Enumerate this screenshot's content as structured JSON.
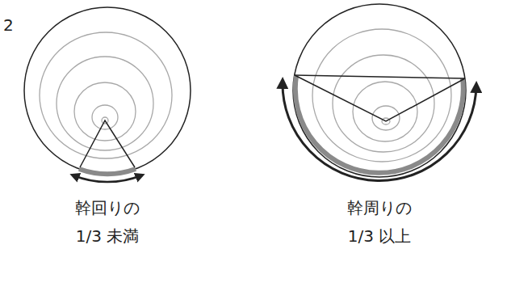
{
  "diagram": {
    "labels": [
      "2",
      "幹回りの 1/3 未満",
      "幹周りの 1/3 以上"
    ]
  }
}
